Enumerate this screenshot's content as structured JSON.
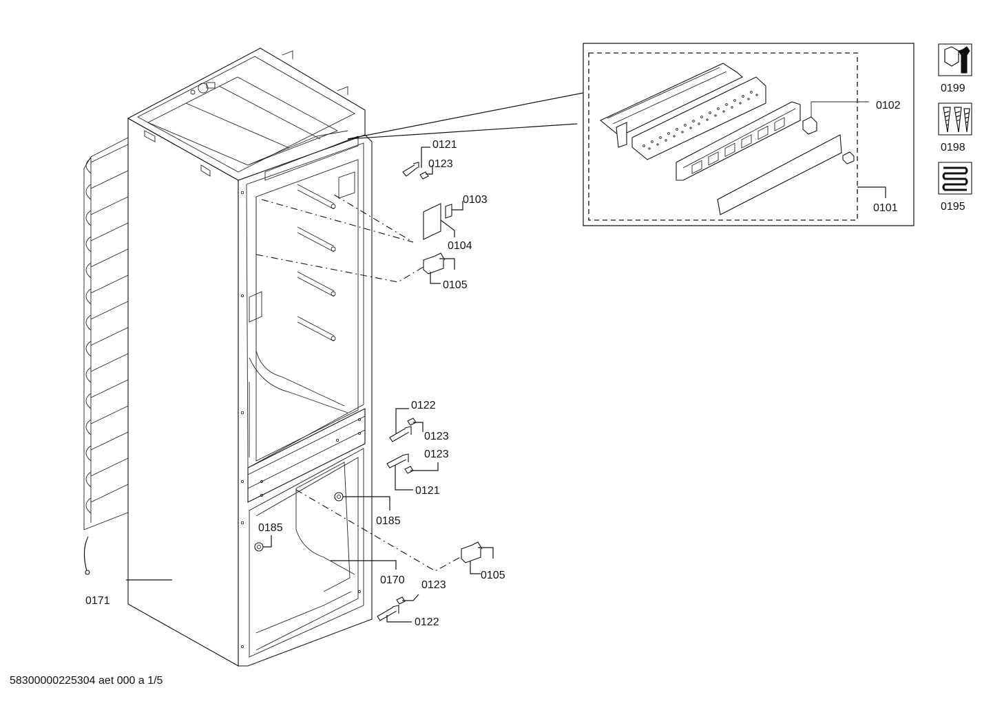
{
  "footer": {
    "document_code": "58300000225304 aet 000 a 1/5"
  },
  "labels": {
    "p0171": "0171",
    "p0121_top": "0121",
    "p0123_top": "0123",
    "p0103": "0103",
    "p0104": "0104",
    "p0105_top": "0105",
    "p0102": "0102",
    "p0101": "0101",
    "p0199": "0199",
    "p0198": "0198",
    "p0195": "0195",
    "p0122_mid": "0122",
    "p0123_mid1": "0123",
    "p0123_mid2": "0123",
    "p0121_mid": "0121",
    "p0185_right": "0185",
    "p0185_left": "0185",
    "p0105_bottom": "0105",
    "p0170": "0170",
    "p0123_bottom": "0123",
    "p0122_bottom": "0122"
  },
  "icons": {
    "service_tools": "wrench-nut-icon",
    "screws": "screws-icon",
    "coil": "coil-icon"
  }
}
